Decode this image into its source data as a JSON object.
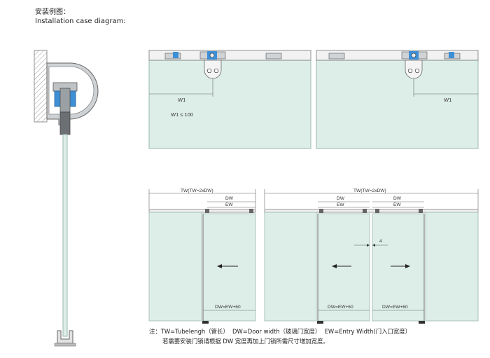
{
  "caption": {
    "cn": "安装例图：",
    "en": "Installation case diagram:"
  },
  "top_view": {
    "w1_label": "W1",
    "w1_constraint": "W1 ≤ 100"
  },
  "front_view": {
    "tw_label": "TW(TW=2xDW)",
    "dw_label": "DW",
    "ew_label": "EW",
    "gap_label": "4",
    "formula": "DW=EW+60"
  },
  "notes": {
    "prefix": "注：",
    "tw_def": "TW=Tubelengh（管长）",
    "dw_def": "DW=Door width（玻璃门宽度）",
    "ew_def": "EW=Entry Width(门入口宽度）",
    "line2": "若需要安装门锁请根据 DW 宽度再加上门锁所需尺寸增加宽度。"
  },
  "colors": {
    "glass": "#ddeee8",
    "glass_edge": "#9bb8ad",
    "rail": "#f2f2f2",
    "line": "#555555",
    "wall": "#d8d8d8",
    "fitting_blue": "#3d8fd6"
  }
}
